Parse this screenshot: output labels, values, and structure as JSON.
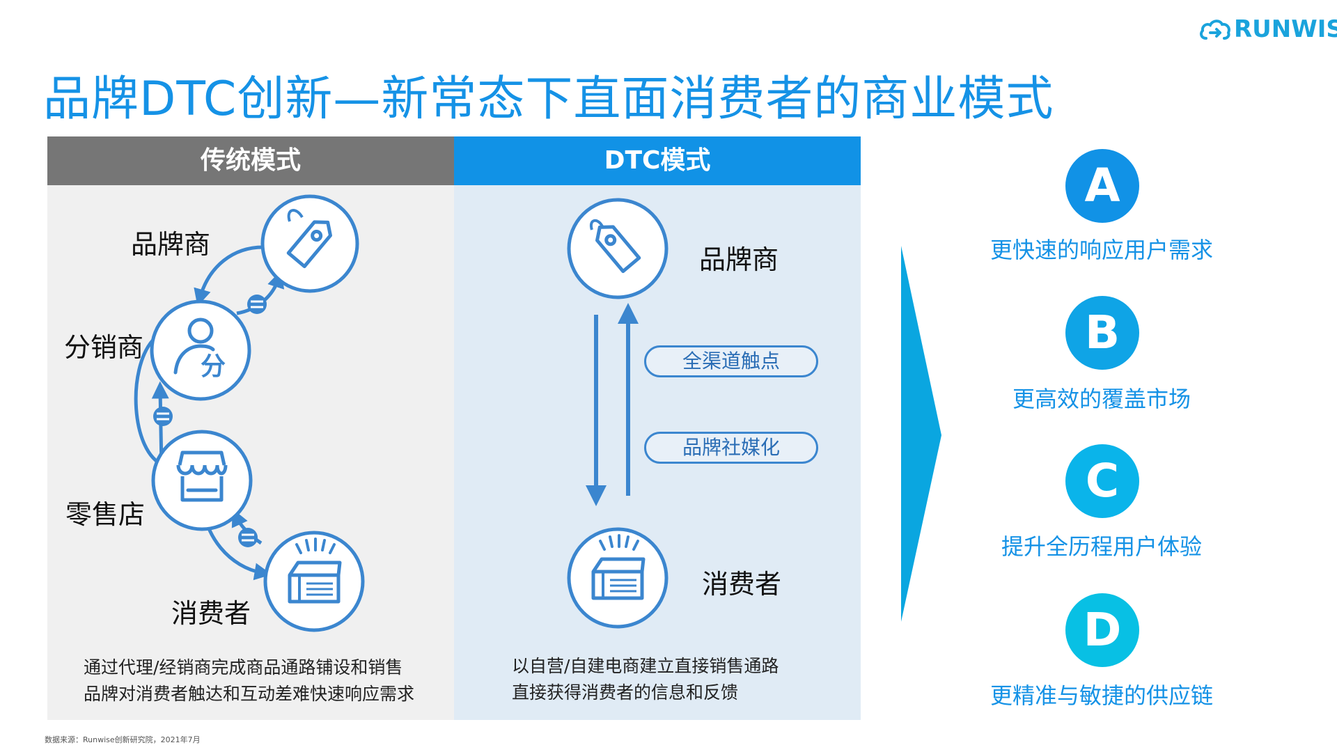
{
  "brand": {
    "logo_text": "RUNWISE"
  },
  "title": "品牌DTC创新—新常态下直面消费者的商业模式",
  "traditional": {
    "header": "传统模式",
    "labels": {
      "brand": "品牌商",
      "distributor": "分销商",
      "retailer": "零售店",
      "consumer": "消费者"
    },
    "distributor_icon_text": "分",
    "desc": [
      "通过代理/经销商完成商品通路铺设和销售",
      "品牌对消费者触达和互动差难快速响应需求"
    ]
  },
  "dtc": {
    "header": "DTC模式",
    "labels": {
      "brand": "品牌商",
      "consumer": "消费者"
    },
    "pills": [
      "全渠道触点",
      "品牌社媒化"
    ],
    "desc": [
      "以自营/自建电商建立直接销售通路",
      "直接获得消费者的信息和反馈"
    ]
  },
  "benefits": [
    {
      "letter": "A",
      "text": "更快速的响应用户需求",
      "color": "#1192e6"
    },
    {
      "letter": "B",
      "text": "更高效的覆盖市场",
      "color": "#0fa4e6"
    },
    {
      "letter": "C",
      "text": "提升全历程用户体验",
      "color": "#0ab4ea"
    },
    {
      "letter": "D",
      "text": "更精准与敏捷的供应链",
      "color": "#08c0e4"
    }
  ],
  "source": "数据来源：Runwise创新研究院，2021年7月",
  "colors": {
    "title": "#1592e6",
    "accent": "#1192e6",
    "line": "#3b86cf",
    "gray_header": "#767676"
  }
}
